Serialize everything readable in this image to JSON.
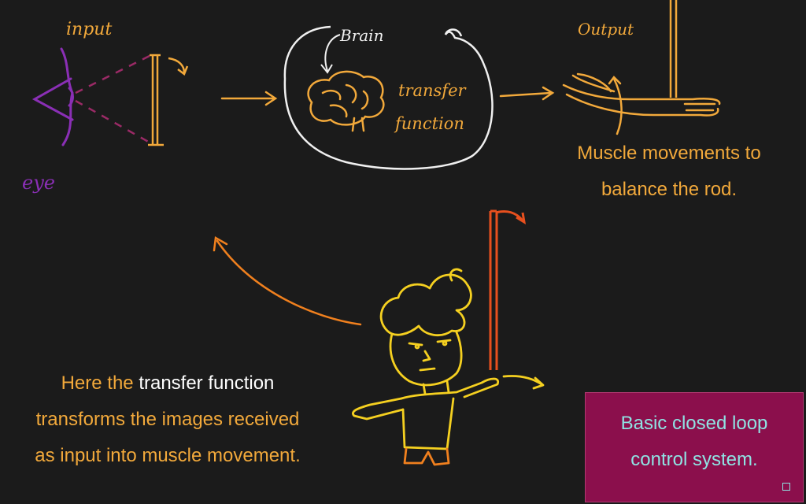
{
  "labels": {
    "input": "input",
    "eye": "eye",
    "brain": "Brain",
    "transfer_line1": "transfer",
    "transfer_line2": "function",
    "output": "Output"
  },
  "captions": {
    "muscle_line1": "Muscle movements to",
    "muscle_line2": "balance the rod.",
    "transfer_prefix": "Here the ",
    "transfer_highlight": "transfer function",
    "transfer_line2": "transforms the images received",
    "transfer_line3": "as input into muscle movement."
  },
  "summary": {
    "line1": "Basic closed loop",
    "line2": "control system."
  },
  "colors": {
    "background": "#1b1b1b",
    "ink_orange": "#f2a93b",
    "ink_purple": "#8a2fb5",
    "ink_white": "#f0f0f0",
    "ink_yellow": "#f5d020",
    "ink_red_orange": "#e8501e",
    "box_fill": "#8b0f4c",
    "box_text": "#8fe3e3"
  }
}
